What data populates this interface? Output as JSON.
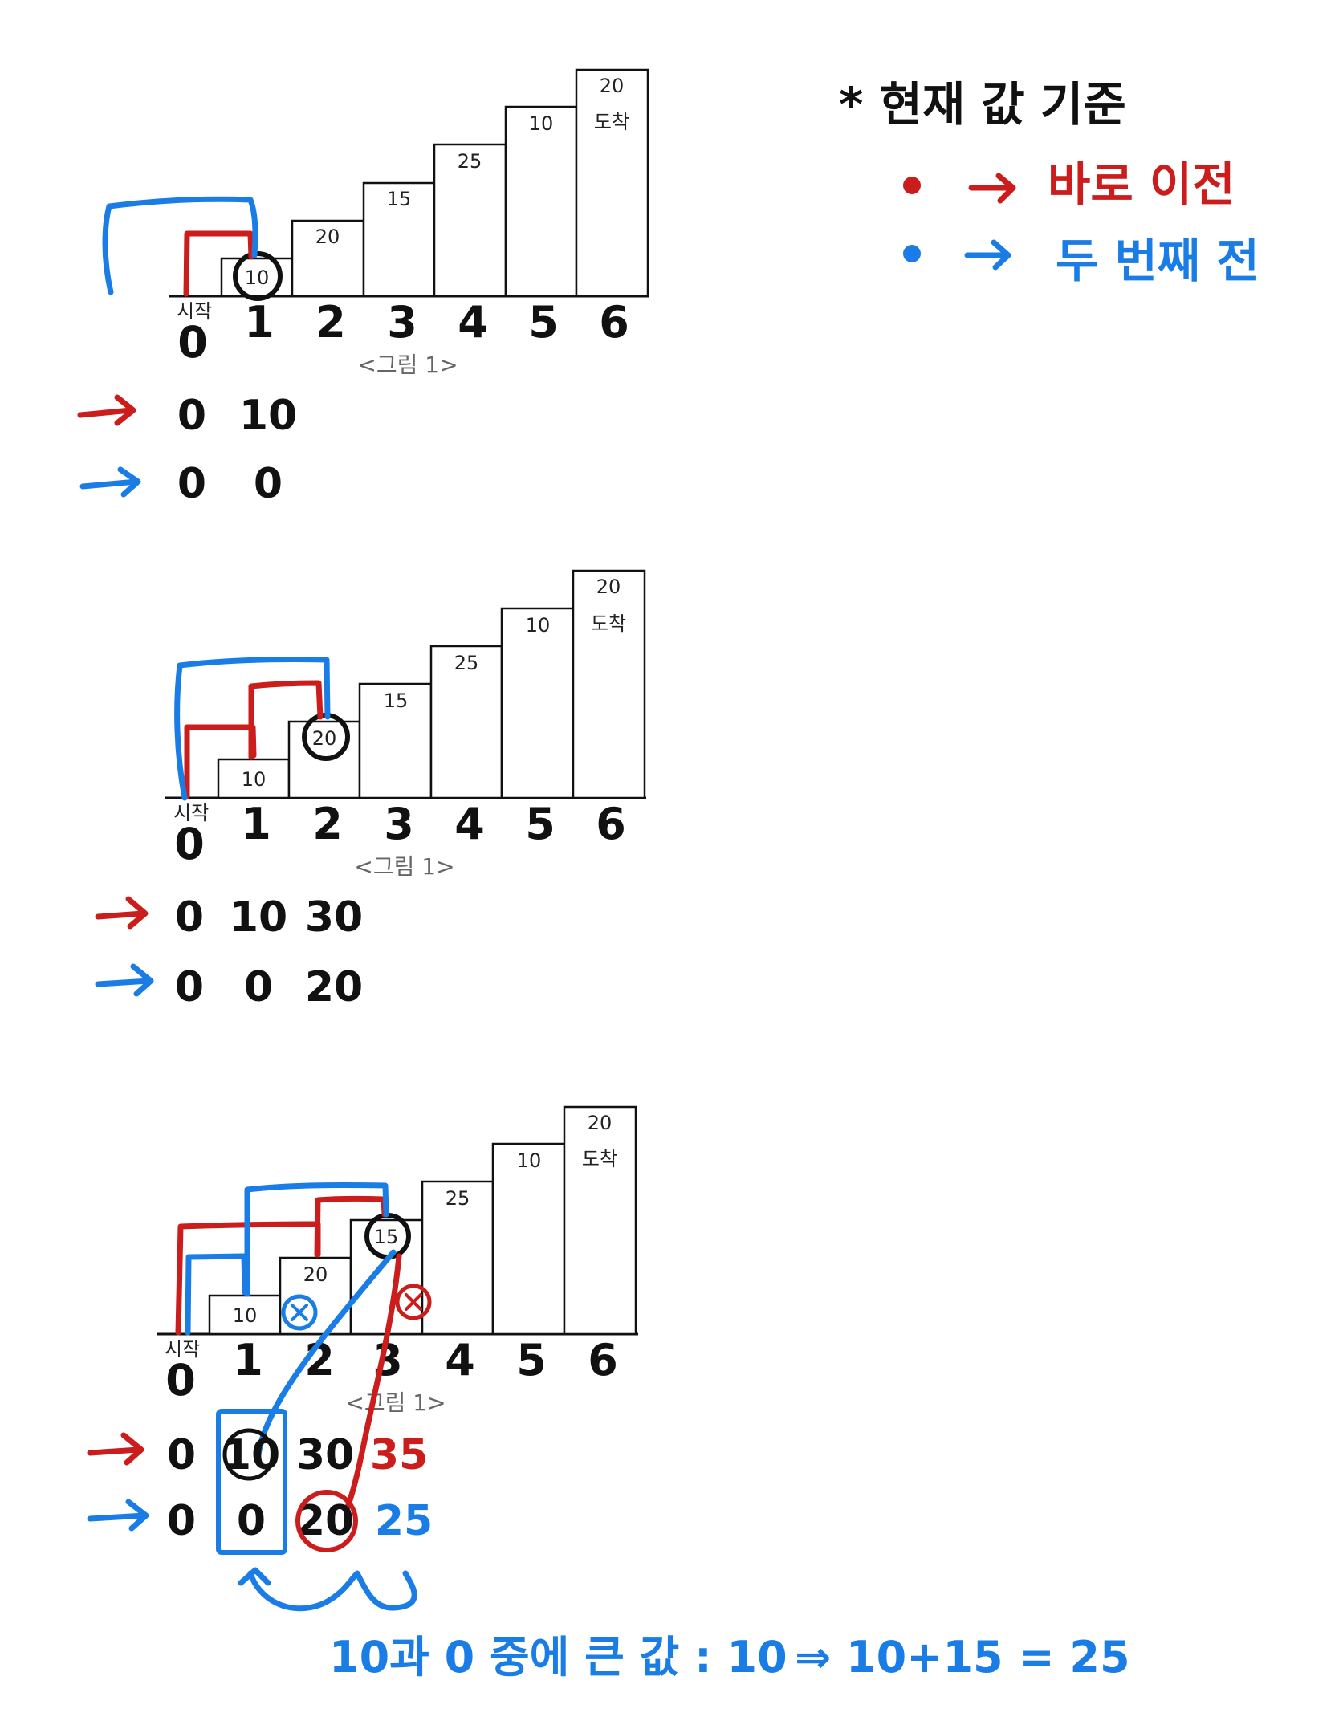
{
  "legend": {
    "title": "* 현재 값 기준",
    "red_label": "바로 이전",
    "blue_label": "두 번째 전",
    "red_color": "#cc1d1d",
    "blue_color": "#1a7de6",
    "bullet_icon": "dot-icon",
    "arrow_icon": "arrow-right-icon"
  },
  "stairs": {
    "start_label": "시작",
    "finish_label": "도착",
    "caption": "<그림 1>",
    "step_values": [
      "10",
      "20",
      "15",
      "25",
      "10",
      "20"
    ],
    "indices": [
      "0",
      "1",
      "2",
      "3",
      "4",
      "5",
      "6"
    ]
  },
  "panels": [
    {
      "highlight_step": "10",
      "red_row": [
        "0",
        "10"
      ],
      "blue_row": [
        "0",
        "0"
      ]
    },
    {
      "highlight_step": "20",
      "red_row": [
        "0",
        "10",
        "30"
      ],
      "blue_row": [
        "0",
        "0",
        "20"
      ]
    },
    {
      "highlight_step": "15",
      "red_row": [
        "0",
        "10",
        "30",
        "35"
      ],
      "blue_row": [
        "0",
        "0",
        "20",
        "25"
      ],
      "red_mark": "x",
      "blue_mark": "x"
    }
  ],
  "note": {
    "text": "10과 0 중에 큰 값 : 10",
    "result": "⇒ 10+15 = 25"
  }
}
